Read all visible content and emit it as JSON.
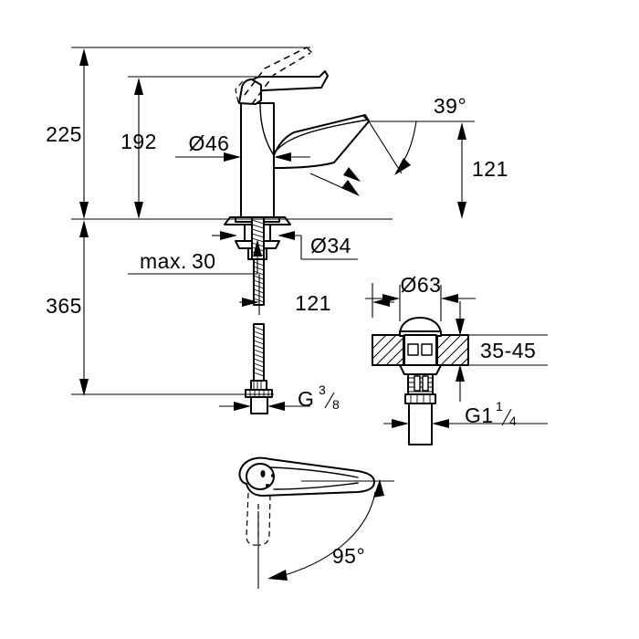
{
  "drawing": {
    "title": "Single-lever basin mixer dimensional drawing",
    "background_color": "#ffffff",
    "line_color": "#000000"
  },
  "dimensions": {
    "total_height": "225",
    "spout_height": "192",
    "body_diameter": "Ø46",
    "mounting_max_thickness": "max. 30",
    "mounting_diameter": "Ø34",
    "overall_length": "365",
    "spout_projection_angle": "39°",
    "spout_reach_vertical": "121",
    "drain_offset_horizontal": "121",
    "drain_cap_diameter": "Ø63",
    "basin_thickness_range": "35-45",
    "supply_thread": "G",
    "supply_thread_num": "3",
    "supply_thread_den": "8",
    "drain_thread": "G1",
    "drain_thread_num": "1",
    "drain_thread_den": "4",
    "swivel_angle": "95°"
  }
}
